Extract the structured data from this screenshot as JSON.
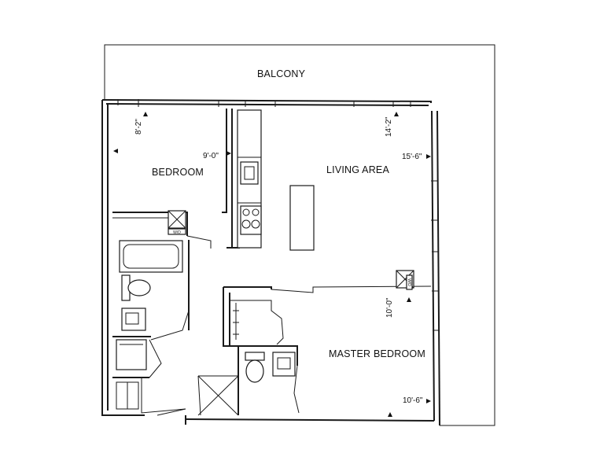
{
  "rooms": {
    "balcony": "BALCONY",
    "bedroom": "BEDROOM",
    "living": "LIVING AREA",
    "master": "MASTER BEDROOM"
  },
  "dimensions": {
    "bedroom_depth": "8'-2\"",
    "bedroom_width": "9'-0\"",
    "living_depth": "14'-2\"",
    "living_width": "15'-6\"",
    "master_depth": "10'-0\"",
    "master_width": "10'-6\""
  },
  "fixtures": {
    "washer_dryer_tag": "W/D"
  }
}
